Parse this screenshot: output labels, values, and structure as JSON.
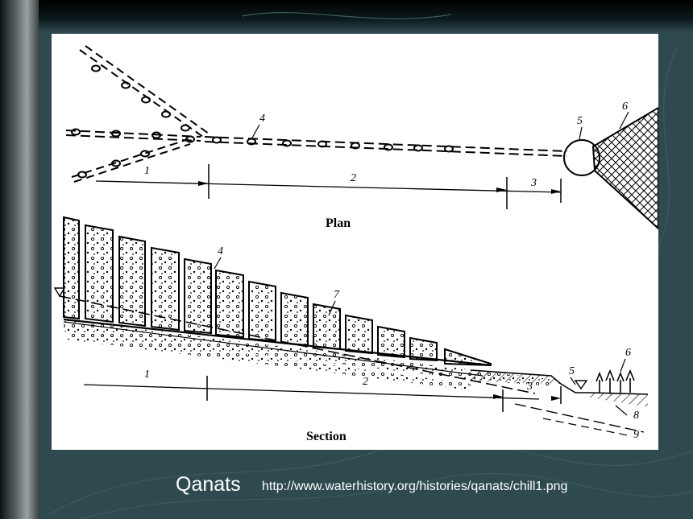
{
  "caption": {
    "title": "Qanats",
    "url": "http://www.waterhistory.org/histories/qanats/chill1.png"
  },
  "diagram": {
    "plan_label": "Plan",
    "section_label": "Section",
    "plan_numbers": {
      "n1": "1",
      "n2": "2",
      "n3": "3",
      "n4": "4",
      "n5": "5",
      "n6": "6"
    },
    "section_numbers": {
      "n1": "1",
      "n2": "2",
      "n3": "3",
      "n4": "4",
      "n5": "5",
      "n6": "6",
      "n7": "7",
      "n8": "8",
      "n9": "9"
    }
  },
  "colors": {
    "background": "#2f4a4f",
    "figure_bg": "#ffffff",
    "ink": "#000000",
    "text": "#ffffff"
  }
}
